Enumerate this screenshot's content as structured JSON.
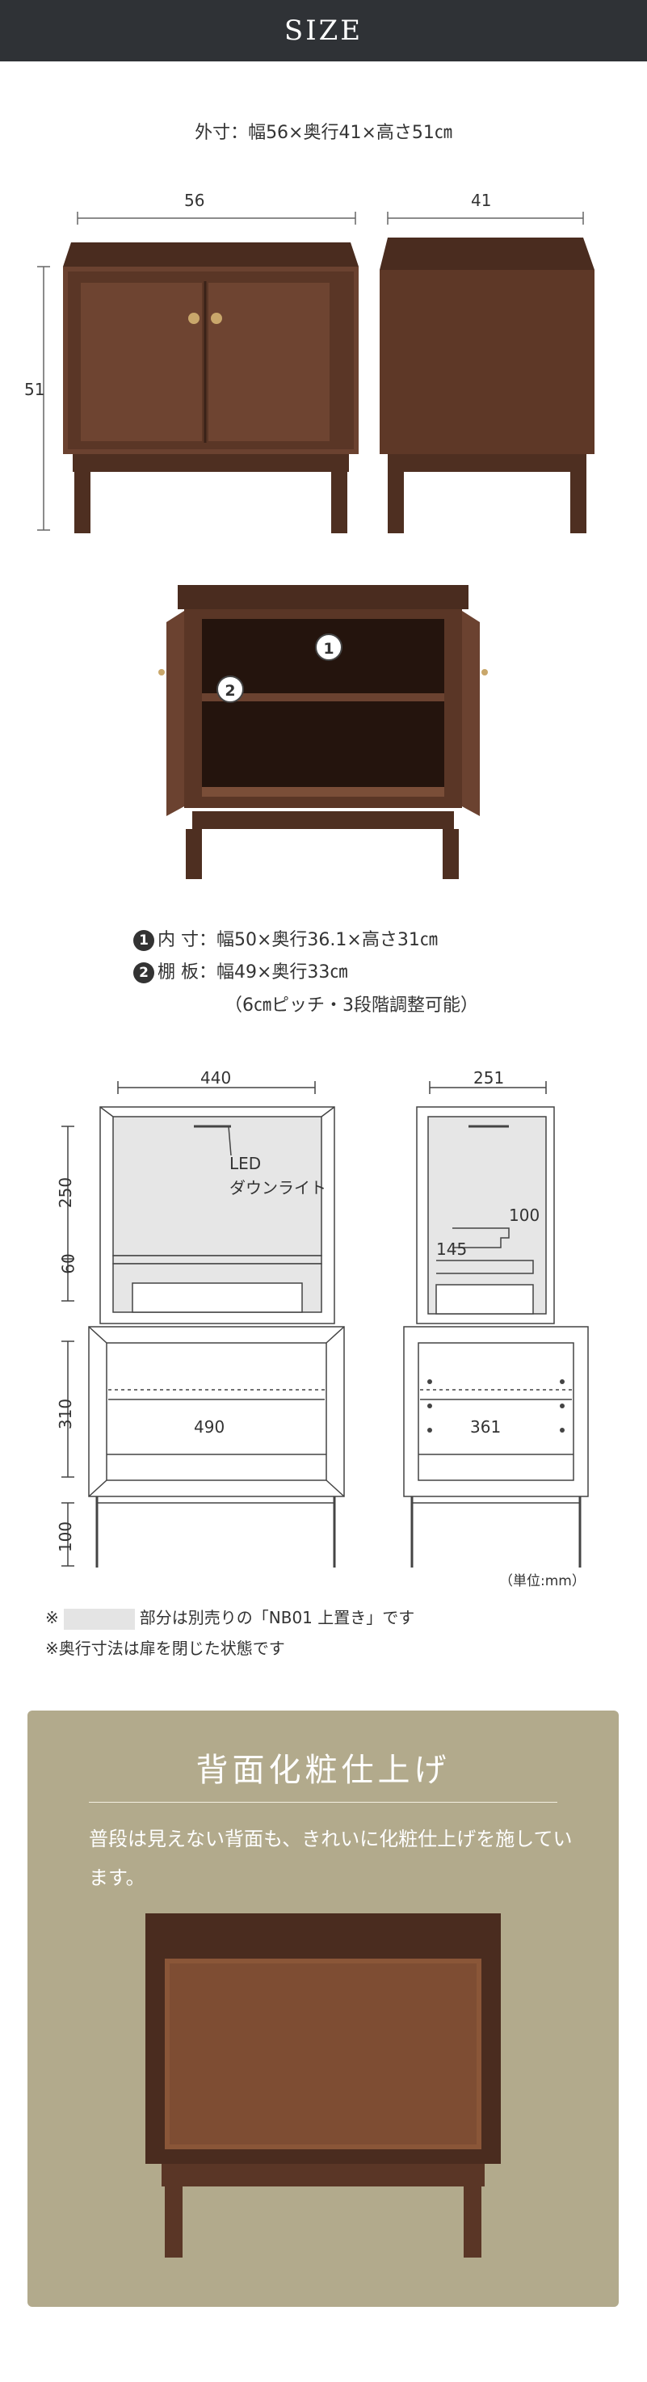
{
  "header": {
    "title": "SIZE"
  },
  "outer_dims": "外寸：幅56×奥行41×高さ51㎝",
  "front_dims": {
    "width": "56",
    "height": "51"
  },
  "side_dims": {
    "depth": "41"
  },
  "open_view": {
    "marker1": "1",
    "marker2": "2"
  },
  "specs": [
    {
      "num": "1",
      "text": "内 寸：幅50×奥行36.1×高さ31㎝"
    },
    {
      "num": "2",
      "text": "棚 板：幅49×奥行33㎝"
    }
  ],
  "spec_sub": "（6㎝ピッチ・3段階調整可能）",
  "tech_front": {
    "width_top": "440",
    "h_250": "250",
    "h_60": "60",
    "h_310": "310",
    "h_100": "100",
    "inner_width": "490",
    "led_label": "LED",
    "led_sub": "ダウンライト"
  },
  "tech_side": {
    "width_top": "251",
    "d_100": "100",
    "d_145": "145",
    "inner_depth": "361"
  },
  "unit_note": "（単位:mm）",
  "notes": {
    "note1_prefix": "※",
    "note1_suffix": "部分は別売りの「NB01 上置き」です",
    "note2": "※奥行寸法は扉を閉じた状態です"
  },
  "back_panel": {
    "title": "背面化粧仕上げ",
    "text": "普段は見えない背面も、きれいに化粧仕上げを施しています。"
  },
  "colors": {
    "header_bg": "#2f3236",
    "wood": "#5a3626",
    "panel_bg": "#b2aa8c",
    "back_board": "#8a5638"
  }
}
